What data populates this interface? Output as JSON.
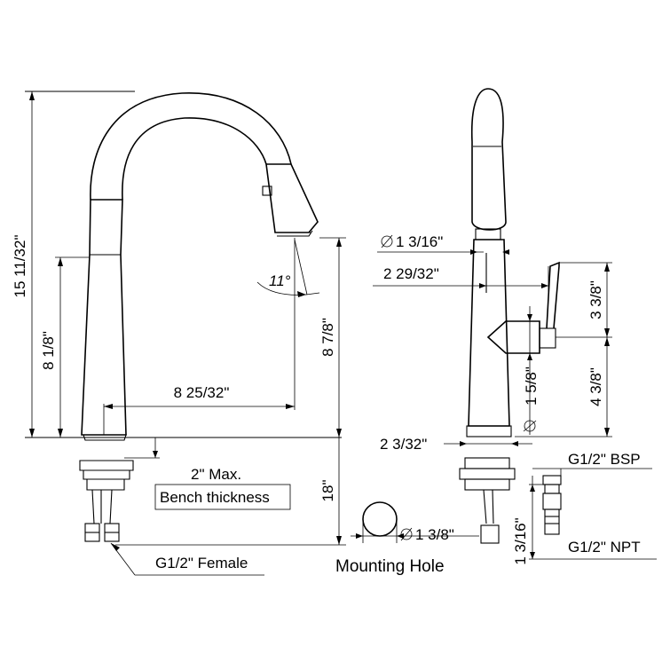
{
  "labels": {
    "height_total": "15 11/32\"",
    "body_height": "8 1/8\"",
    "spout_reach": "8 25/32\"",
    "spout_height": "8 7/8\"",
    "spout_angle": "11°",
    "bench_thickness_l1": "2\" Max.",
    "bench_thickness_l2": "Bench thickness",
    "hose_length": "18\"",
    "inlet_female": "G1/2\" Female",
    "outlet_diameter": "1 3/16\"",
    "handle_offset": "2 29/32\"",
    "handle_height": "3 3/8\"",
    "handle_base_height": "4 3/8\"",
    "body_diameter": "1 5/8\"",
    "base_width": "2 3/32\"",
    "mounting_hole_diameter": "1 3/8\"",
    "mounting_hole": "Mounting Hole",
    "adapter_bsp": "G1/2\" BSP",
    "adapter_npt": "G1/2\" NPT",
    "adapter_length": "1 3/16\""
  }
}
